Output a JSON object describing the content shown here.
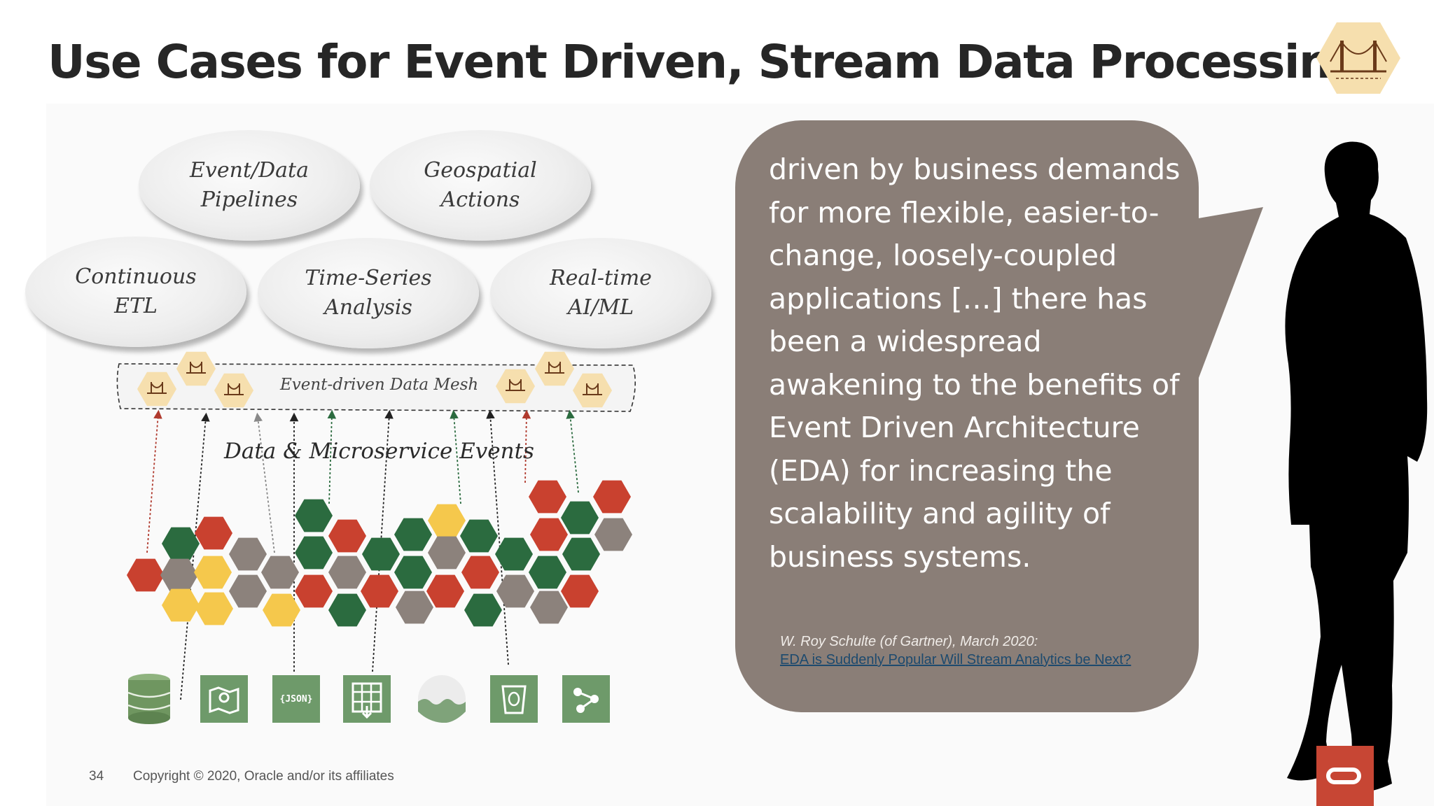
{
  "title": "Use Cases for Event Driven, Stream Data Processing",
  "use_cases": [
    {
      "label": "Event/Data\nPipelines"
    },
    {
      "label": "Geospatial\nActions"
    },
    {
      "label": "Continuous\nETL"
    },
    {
      "label": "Time-Series\nAnalysis"
    },
    {
      "label": "Real-time\nAI/ML"
    }
  ],
  "mesh_label": "Event-driven Data Mesh",
  "events_label": "Data & Microservice Events",
  "source_icons": [
    {
      "name": "database-icon"
    },
    {
      "name": "map-icon"
    },
    {
      "name": "json-icon",
      "text": "{JSON}"
    },
    {
      "name": "spreadsheet-icon"
    },
    {
      "name": "water-icon"
    },
    {
      "name": "storage-bucket-icon"
    },
    {
      "name": "share-graph-icon"
    }
  ],
  "quote": {
    "text": "driven by business demands for more flexible, easier-to-change, loosely-coupled applications […] there has been a widespread awakening to the benefits of Event Driven Architecture (EDA) for increasing the scalability and agility of business systems.",
    "attribution": "W. Roy Schulte (of Gartner), March 2020:",
    "link_text": "EDA is Suddenly Popular Will Stream Analytics be Next?"
  },
  "footer": {
    "page_number": "34",
    "copyright": "Copyright © 2020, Oracle and/or its affiliates"
  },
  "colors": {
    "red": "#c9412f",
    "green": "#2b6b3f",
    "grey": "#8c827c",
    "yellow": "#f5c84c",
    "bubble": "#8a7e77",
    "hex_badge": "#f6dfae",
    "oracle_red": "#c74634",
    "icon_green": "#6e9a6a"
  }
}
